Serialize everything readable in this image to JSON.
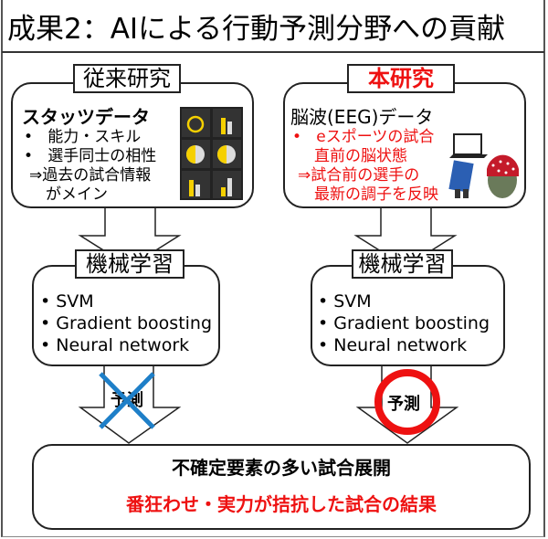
{
  "title": "成果2：AIによる行動予測分野への貢献",
  "left": {
    "label": "従来研究",
    "subtitle": "スタッツデータ",
    "bullets": [
      "能力・スキル",
      "選手同士の相性"
    ],
    "conclusion": [
      "⇒過去の試合情報",
      "がメイン"
    ],
    "image": "stats-dashboard"
  },
  "right": {
    "label": "本研究",
    "subtitle": "脳波(EEG)データ",
    "bullets": [
      "eスポーツの試合",
      "直前の脳状態"
    ],
    "conclusion": [
      "⇒試合前の選手の",
      "最新の調子を反映"
    ],
    "image": "eeg-device"
  },
  "ml": {
    "label": "機械学習",
    "methods": [
      "SVM",
      "Gradient boosting",
      "Neural network"
    ]
  },
  "predict_label": "予測",
  "bottom": {
    "line1": "不確定要素の多い試合展開",
    "line2": "番狂わせ・実力が拮抗した試合の結果"
  },
  "colors": {
    "accent_red": "#ee1111",
    "cross_blue": "#1e7fc8"
  }
}
